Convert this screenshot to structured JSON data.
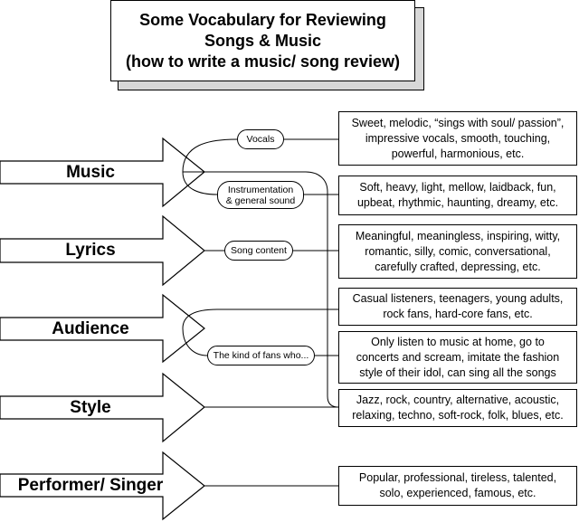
{
  "title": {
    "line1": "Some Vocabulary for Reviewing",
    "line2": "Songs & Music",
    "line3": "(how to write a music/ song review)"
  },
  "categories": {
    "music": "Music",
    "lyrics": "Lyrics",
    "audience": "Audience",
    "style": "Style",
    "performer": "Performer/ Singer"
  },
  "pills": {
    "vocals": "Vocals",
    "instrumentation_line1": "Instrumentation",
    "instrumentation_line2": "& general sound",
    "song_content": "Song content",
    "kind_of_fans": "The kind of fans who..."
  },
  "descriptions": {
    "vocals": [
      "Sweet, melodic, “sings with soul/ passion”,",
      "impressive vocals, smooth, touching,",
      "powerful, harmonious, etc."
    ],
    "instrumentation": [
      "Soft, heavy, light, mellow, laidback, fun,",
      "upbeat, rhythmic, haunting, dreamy, etc."
    ],
    "lyrics": [
      "Meaningful, meaningless, inspiring, witty,",
      "romantic, silly, comic, conversational,",
      "carefully crafted, depressing, etc."
    ],
    "audience": [
      "Casual listeners, teenagers, young adults,",
      "rock fans, hard-core fans, etc."
    ],
    "fans": [
      "Only listen to music at home, go to",
      "concerts and scream, imitate the fashion",
      "style of their idol, can sing all the songs"
    ],
    "style": [
      "Jazz, rock, country, alternative, acoustic,",
      "relaxing, techno, soft-rock, folk, blues, etc."
    ],
    "performer": [
      "Popular, professional, tireless, talented,",
      "solo, experienced, famous, etc."
    ]
  }
}
